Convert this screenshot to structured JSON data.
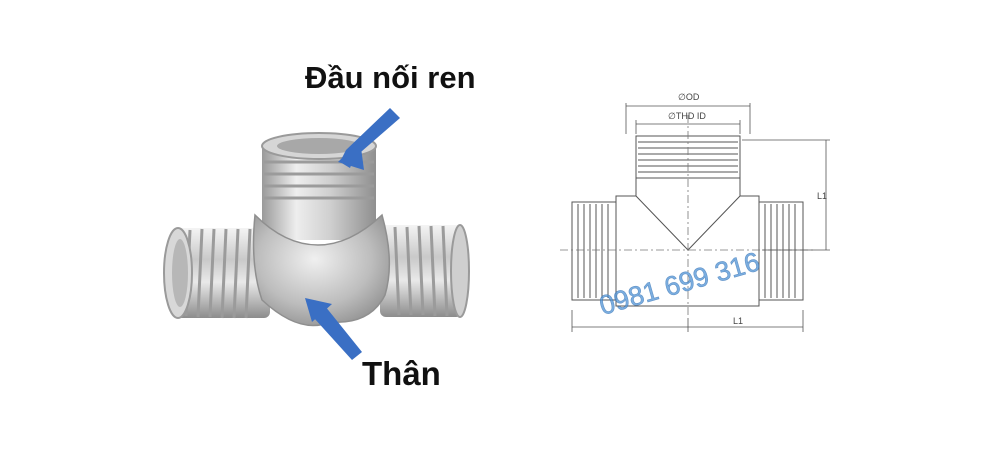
{
  "photo_labels": {
    "thread_end": "Đầu nối ren",
    "body": "Thân"
  },
  "drawing_labels": {
    "outer_diameter": "∅OD",
    "thread_inner_diameter": "∅THD ID",
    "length_vertical": "L1",
    "length_horizontal": "L1"
  },
  "watermark_phone": "0981 699 316",
  "colors": {
    "arrow": "#3a6fc4",
    "watermark": "#4f93d6",
    "metal_light": "#e4e4e4",
    "metal_dark": "#8a8a8a",
    "line": "#555555"
  }
}
